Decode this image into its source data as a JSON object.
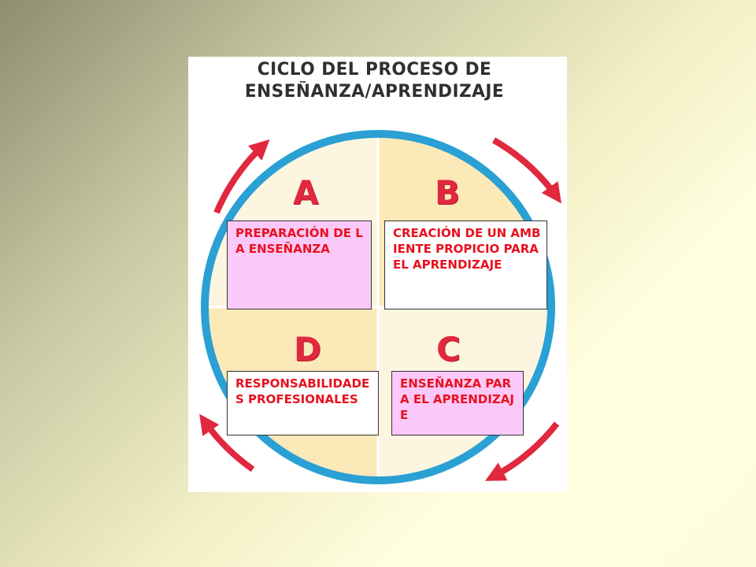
{
  "diagram": {
    "title_line_1": "CICLO DEL PROCESO DE",
    "title_line_2": "ENSEÑANZA/APRENDIZAJE",
    "quadrants": [
      {
        "letter": "A",
        "text": "PREPARACIÓN DE LA ENSEÑANZA"
      },
      {
        "letter": "B",
        "text": "CREACIÓN DE UN AMBIENTE PROPICIO PARA EL APRENDIZAJE"
      },
      {
        "letter": "C",
        "text": "ENSEÑANZA PARA EL APRENDIZAJE"
      },
      {
        "letter": "D",
        "text": "RESPONSABILIDADES PROFESIONALES"
      }
    ]
  },
  "colors": {
    "ring": "#2aa0d4",
    "arrow": "#e0283e",
    "quadrant_light": "#fcf5e0",
    "quadrant_dark": "#fbe9b8",
    "box_text": "#e8111e",
    "box_pink": "#fbc9f9"
  }
}
